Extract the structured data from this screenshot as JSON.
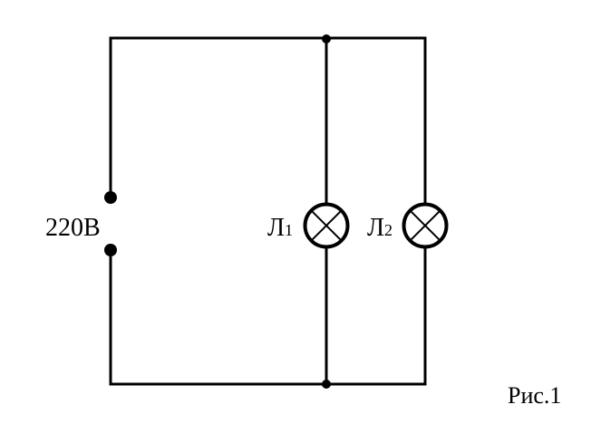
{
  "source": {
    "voltage_label": "220В"
  },
  "lamps": [
    {
      "label": "Л",
      "index": "1"
    },
    {
      "label": "Л",
      "index": "2"
    }
  ],
  "caption": "Рис.1",
  "colors": {
    "line": "#000000",
    "background": "#ffffff"
  }
}
